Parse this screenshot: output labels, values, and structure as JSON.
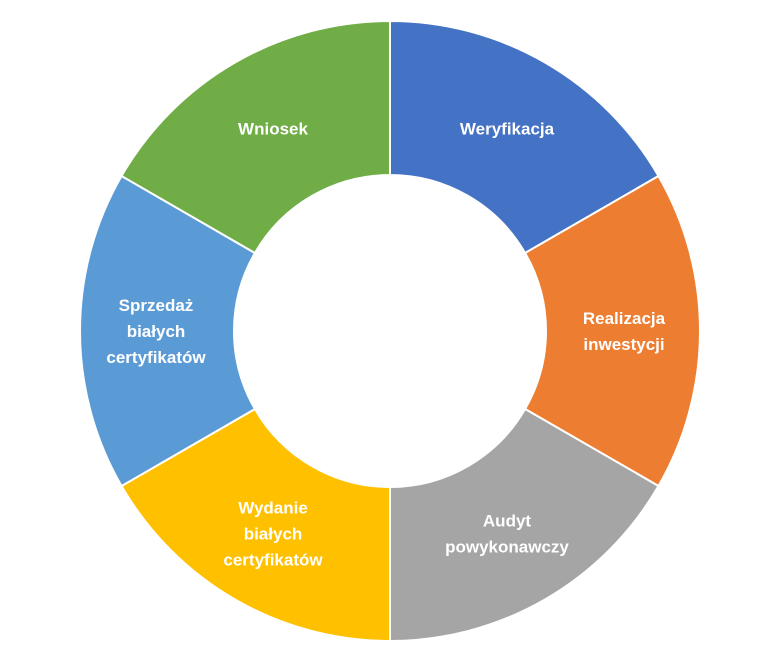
{
  "diagram": {
    "segments": [
      {
        "id": "weryfikacja",
        "lines": [
          "Weryfikacja"
        ],
        "color": "#4472C4"
      },
      {
        "id": "realizacja-inwestycji",
        "lines": [
          "Realizacja",
          "inwestycji"
        ],
        "color": "#ED7D31"
      },
      {
        "id": "audyt-powykonawczy",
        "lines": [
          "Audyt",
          "powykonawczy"
        ],
        "color": "#A5A5A5"
      },
      {
        "id": "wydanie-bialych-certyfikatow",
        "lines": [
          "Wydanie",
          "białych",
          "certyfikatów"
        ],
        "color": "#FFC000"
      },
      {
        "id": "sprzedaz-bialych-certyfikatow",
        "lines": [
          "Sprzedaż",
          "białych",
          "certyfikatów"
        ],
        "color": "#5B9BD5"
      },
      {
        "id": "wniosek",
        "lines": [
          "Wniosek"
        ],
        "color": "#70AD47"
      }
    ]
  }
}
